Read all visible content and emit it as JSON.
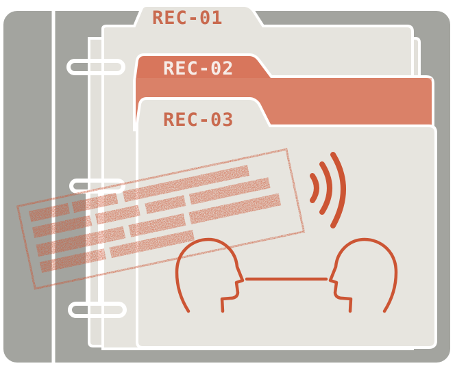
{
  "folders": [
    {
      "label": "REC-01"
    },
    {
      "label": "REC-02"
    },
    {
      "label": "REC-03"
    }
  ],
  "colors": {
    "binder": "#a3a49f",
    "paper": "#e7e5df",
    "paper_back": "#e2e0da",
    "accent": "#d8765c",
    "accent_light": "#d9836b",
    "tab_text": "#c96a4f",
    "stamp": "#cc5534",
    "outline": "#ffffff"
  },
  "icons": {
    "binder": "ring-binder-icon",
    "redacted": "redacted-document-stamp-icon",
    "signal": "sound-wave-icon",
    "speakers": "two-people-talking-icon"
  }
}
